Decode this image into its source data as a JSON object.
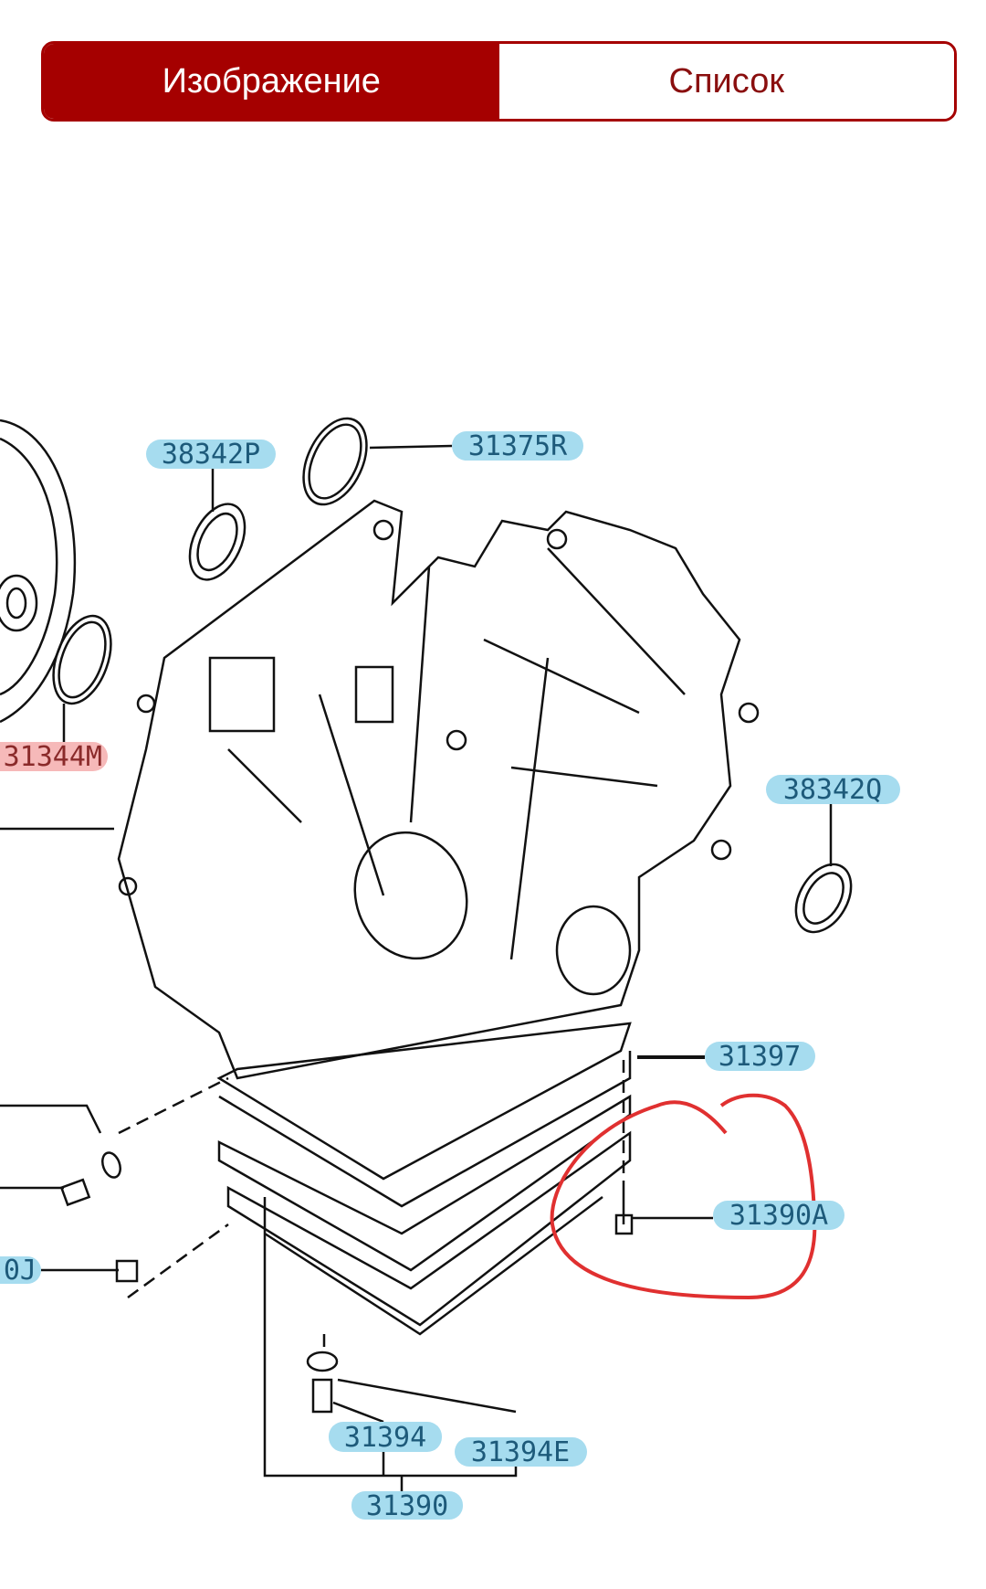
{
  "view_toggle": {
    "image_label": "Изображение",
    "list_label": "Список",
    "active": "image",
    "accent_color": "#a50000"
  },
  "diagram": {
    "callouts": [
      {
        "id": "38342P",
        "label": "38342P"
      },
      {
        "id": "31375R",
        "label": "31375R"
      },
      {
        "id": "31344M",
        "label": "31344M",
        "highlighted": true
      },
      {
        "id": "38342Q",
        "label": "38342Q"
      },
      {
        "id": "31397",
        "label": "31397"
      },
      {
        "id": "31390A",
        "label": "31390A"
      },
      {
        "id": "0J",
        "label": "0J"
      },
      {
        "id": "31394",
        "label": "31394"
      },
      {
        "id": "31394E",
        "label": "31394E"
      },
      {
        "id": "31390",
        "label": "31390"
      }
    ],
    "callout_color": "#a6dcef",
    "highlight_color": "#f6b9b9",
    "annotation_color": "#e03030"
  }
}
